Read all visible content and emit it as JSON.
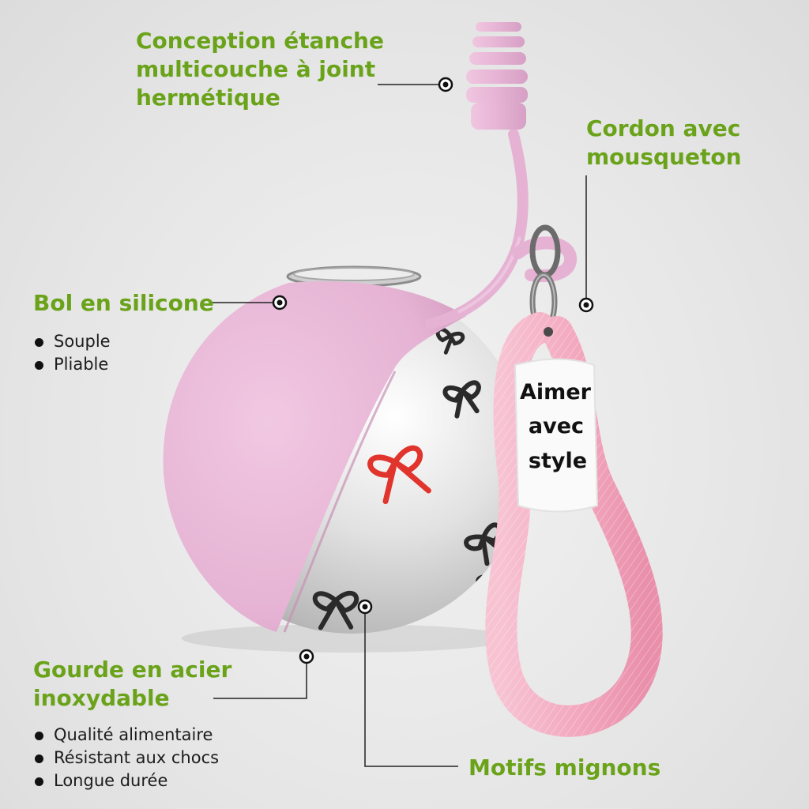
{
  "callouts": {
    "seal": {
      "lines": [
        "Conception étanche",
        "multicouche à joint",
        "hermétique"
      ]
    },
    "lanyard": {
      "lines": [
        "Cordon avec",
        "mousqueton"
      ]
    },
    "bowl": {
      "title": "Bol en silicone",
      "bullets": [
        "Souple",
        "Pliable"
      ]
    },
    "bottle": {
      "lines": [
        "Gourde en acier",
        "inoxydable"
      ],
      "bullets": [
        "Qualité alimentaire",
        "Résistant aux chocs",
        "Longue durée"
      ]
    },
    "pattern": {
      "title": "Motifs mignons"
    }
  },
  "tag": {
    "lines": [
      "Aimer",
      "avec",
      "style"
    ]
  },
  "colors": {
    "callout_green": "#6aa31a",
    "silicone_pink": "#e8b6d6",
    "lanyard_pink": "#f3aac1",
    "steel": "#d9d9d9",
    "bow_dark": "#2a2a2a",
    "bow_red": "#e0342c"
  }
}
